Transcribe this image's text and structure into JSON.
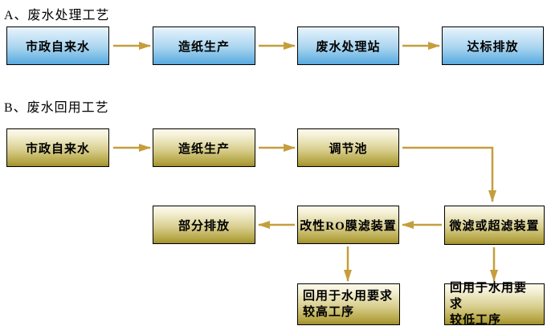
{
  "colors": {
    "blue_box_top": "#d9edfa",
    "blue_box_bottom": "#57aadf",
    "gold_box_top": "#f6f2da",
    "gold_box_bottom": "#b0a03c",
    "arrow": "#c59e3c",
    "box_border": "#000000",
    "background": "#ffffff"
  },
  "section_a": {
    "title": "A、废水处理工艺",
    "boxes": [
      "市政自来水",
      "造纸生产",
      "废水处理站",
      "达标排放"
    ]
  },
  "section_b": {
    "title": "B、废水回用工艺",
    "row1": [
      "市政自来水",
      "造纸生产",
      "调节池"
    ],
    "row2": [
      "部分排放",
      "改性RO膜滤装置",
      "微滤或超滤装置"
    ],
    "row3": [
      {
        "line1": "回用于水用要求",
        "line2": "较高工序"
      },
      {
        "line1": "回用于水用要求",
        "line2": "较低工序"
      }
    ]
  }
}
